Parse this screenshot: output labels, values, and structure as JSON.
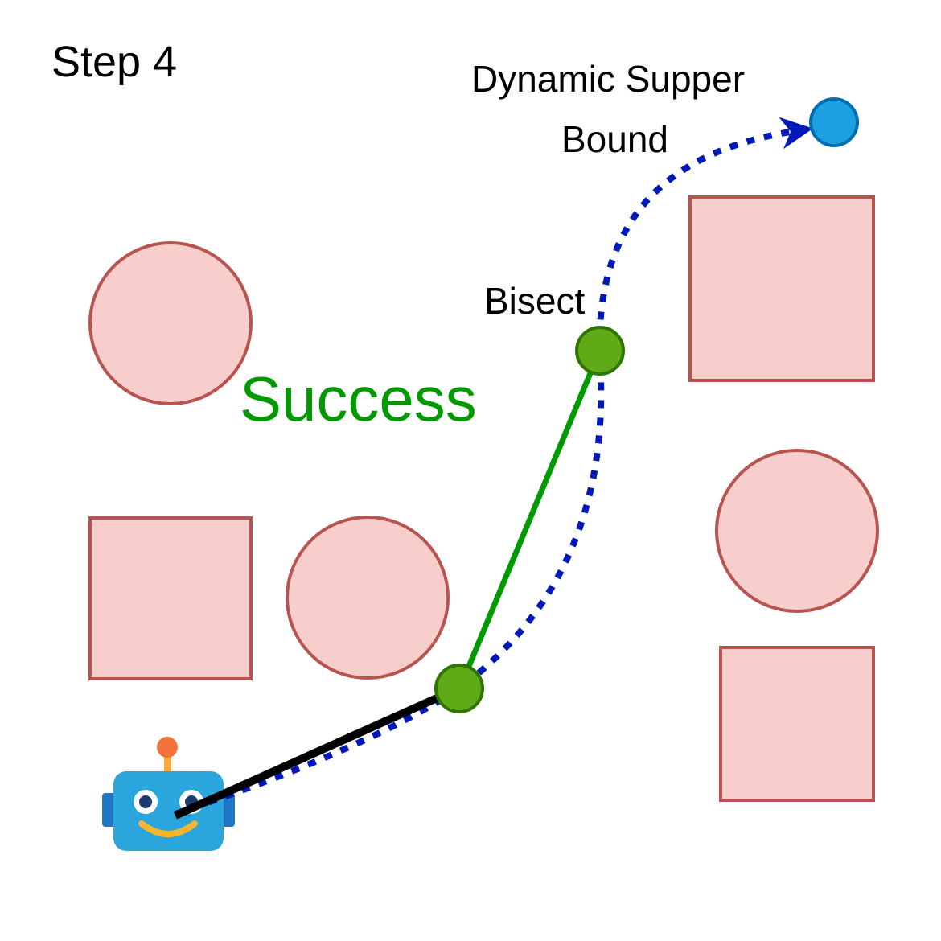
{
  "step_label": "Step 4",
  "target_label_line1": "Dynamic Supper",
  "target_label_line2": "Bound",
  "bisect_label": "Bisect",
  "status_text": "Success",
  "colors": {
    "obstacle_fill": "#f8cecc",
    "obstacle_stroke": "#b85450",
    "waypoint_fill": "#60a917",
    "waypoint_stroke": "#2d7600",
    "target_fill": "#1ba1e2",
    "target_stroke": "#006eaf",
    "dotted_path": "#0019b8",
    "success_segment": "#009900",
    "executed_segment": "#000000",
    "status_text": "#009900",
    "robot_body": "#2aa6dc",
    "robot_ears": "#1f76c4",
    "robot_antenna_tip": "#f4733b",
    "robot_antenna_stem": "#f7a935",
    "robot_smile": "#f7b52e"
  },
  "icons": [
    "robot-icon"
  ]
}
